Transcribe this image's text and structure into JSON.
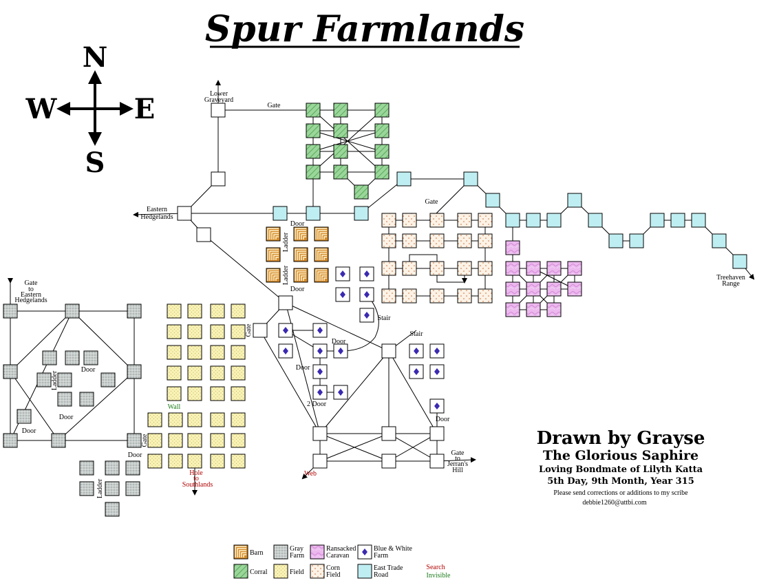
{
  "title": "Spur Farmlands",
  "compass": {
    "n": "N",
    "s": "S",
    "e": "E",
    "w": "W"
  },
  "credit": {
    "line1": "Drawn by Grayse",
    "line2": "The Glorious Saphire",
    "line3": "Loving Bondmate of Lilyth Katta",
    "line4": "5th Day, 9th Month, Year 315",
    "line5": "Please send corrections or additions to my scribe",
    "line6": "debbie1260@attbi.com"
  },
  "labels": {
    "lower_graveyard_1": "Lower",
    "lower_graveyard_2": "Graveyard",
    "gate_top": "Gate",
    "eastern_hedgelands_1": "Eastern",
    "eastern_hedgelands_2": "Hedgelands",
    "gate_mid": "Gate",
    "door_barn_top": "Door",
    "door_barn_bottom": "Door",
    "ladder_barn_1": "Ladder",
    "ladder_barn_2": "Ladder",
    "gate_to_eh_1": "Gate",
    "gate_to_eh_2": "to",
    "gate_to_eh_3": "Eastern",
    "gate_to_eh_4": "Hedgelands",
    "door_gray_1": "Door",
    "door_gray_2": "Door",
    "door_gray_3": "Door",
    "door_gray_4": "Door",
    "ladder_gray_1": "Ladder",
    "ladder_gray_2": "Ladder",
    "gate_left_field": "Gate",
    "gate_center": "Gate",
    "wall": "Wall",
    "hole_1": "Hole",
    "hole_2": "to",
    "hole_3": "Southlands",
    "stair_1": "Stair",
    "stair_2": "Stair",
    "door_bw_1": "Door",
    "door_bw_2": "Door",
    "two_door": "2 Door",
    "door_bw_3": "Door",
    "web": "Web",
    "gate_jerran_1": "Gate",
    "gate_jerran_2": "to",
    "gate_jerran_3": "Jerran's",
    "gate_jerran_4": "Hill",
    "treehaven_1": "Treehaven",
    "treehaven_2": "Range"
  },
  "legend": [
    {
      "key": "barn",
      "label1": "Barn",
      "label2": ""
    },
    {
      "key": "gray",
      "label1": "Gray",
      "label2": "Farm"
    },
    {
      "key": "ransacked",
      "label1": "Ransacked",
      "label2": "Caravan"
    },
    {
      "key": "bw",
      "label1": "Blue & White",
      "label2": "Farm"
    },
    {
      "key": "corral",
      "label1": "Corral",
      "label2": ""
    },
    {
      "key": "field",
      "label1": "Field",
      "label2": ""
    },
    {
      "key": "corn",
      "label1": "Corn",
      "label2": "Field"
    },
    {
      "key": "road",
      "label1": "East Trade",
      "label2": "Road"
    }
  ],
  "legend_text": {
    "search": "Search",
    "invisible": "Invisible"
  },
  "colors": {
    "road": "#bfeef2",
    "corral": "#8fd08f",
    "field": "#f7f0b0",
    "corn": "#fbefe0",
    "ransacked": "#eab6ec",
    "gray": "#c8cecc",
    "barn": "#d48a2a",
    "bw_dot": "#3a2ab0",
    "red": "#b00000",
    "green": "#1a7a1a"
  }
}
